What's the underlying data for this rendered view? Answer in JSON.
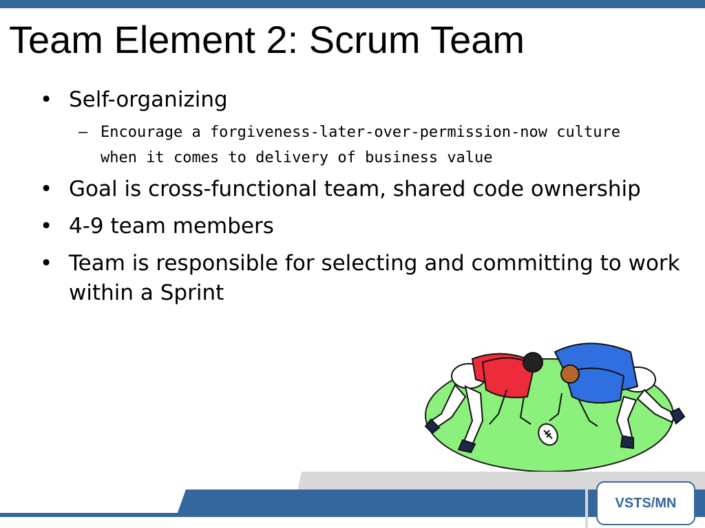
{
  "slide": {
    "title": "Team Element 2: Scrum Team",
    "bullets": [
      {
        "text": "Self-organizing",
        "sub": "Encourage a forgiveness-later-over-permission-now culture when it comes to delivery of business value"
      },
      {
        "text": "Goal is cross-functional team, shared code ownership"
      },
      {
        "text": "4-9 team members"
      },
      {
        "text": "Team is responsible for selecting and committing to work within a Sprint"
      }
    ]
  },
  "footer": {
    "badge": "VSTS/MN"
  },
  "colors": {
    "accent_blue": "#36679c",
    "light_gray": "#d9d9d9",
    "field_green": "#8cf07c",
    "team_red": "#ee2b3b",
    "team_blue": "#2f6fe0"
  },
  "icons": {
    "clipart": "rugby-scrum-illustration",
    "bullet": "bullet-dot",
    "sub_bullet": "dash"
  }
}
